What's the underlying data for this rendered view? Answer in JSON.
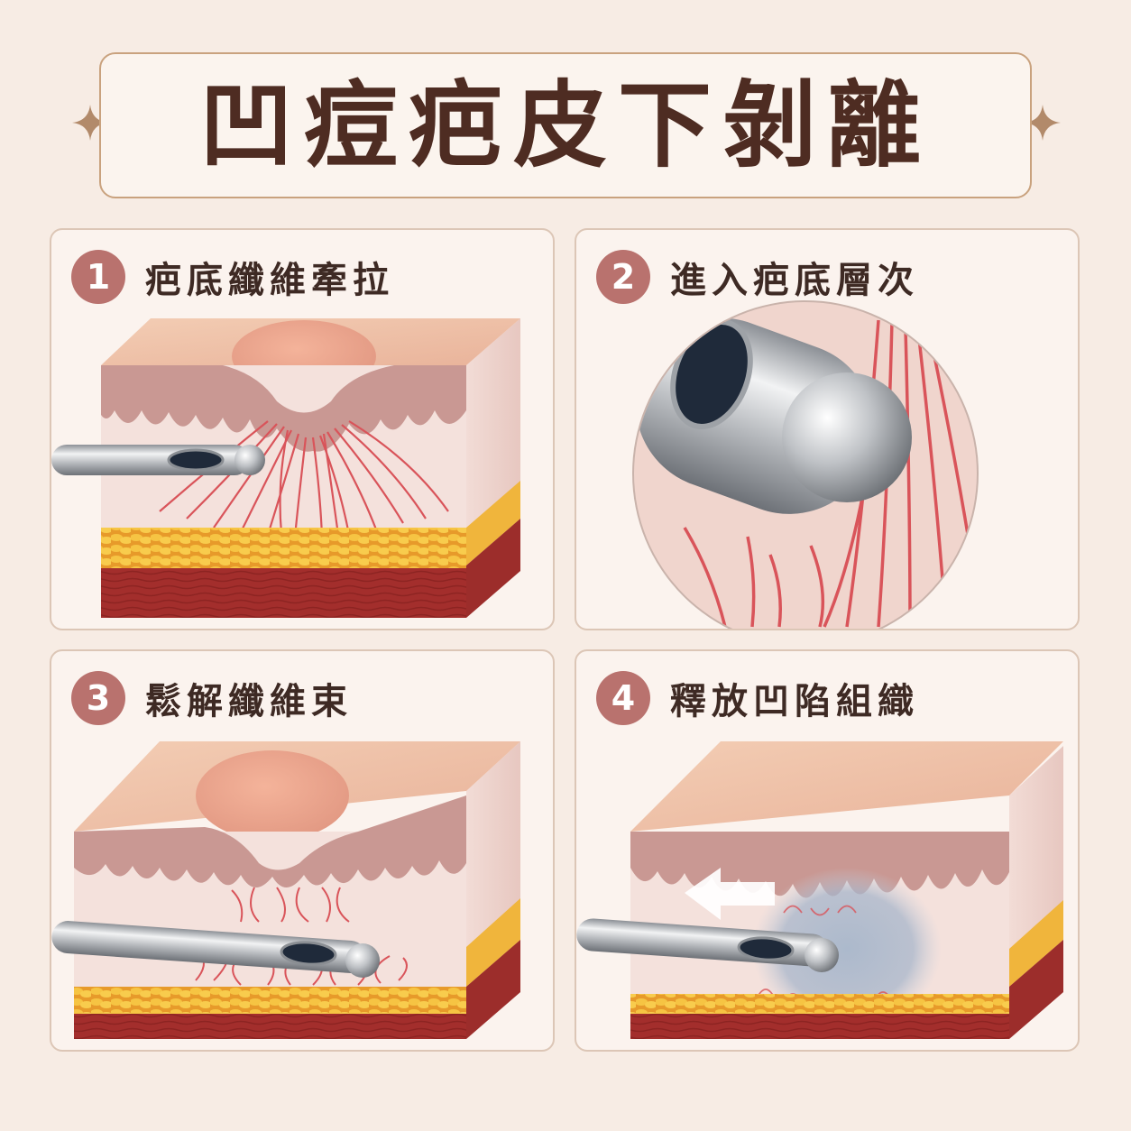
{
  "title": "凹痘疤皮下剝離",
  "panels": [
    {
      "number": "1",
      "label": "疤底纖維牽拉"
    },
    {
      "number": "2",
      "label": "進入疤底層次"
    },
    {
      "number": "3",
      "label": "鬆解纖維束"
    },
    {
      "number": "4",
      "label": "釋放凹陷組織"
    }
  ],
  "colors": {
    "title_text": "#4e2c22",
    "accent": "#b9726e",
    "frame": "#c9a27e",
    "skin_top": "#f0c6ad",
    "dermis": "#c99893",
    "fiber": "#d9545a",
    "fat": "#f3b63b",
    "muscle": "#a5302d",
    "steel": "#b9bcc0"
  },
  "icons": [
    "sparkle-icon",
    "cannula-icon",
    "arrow-left-icon"
  ]
}
